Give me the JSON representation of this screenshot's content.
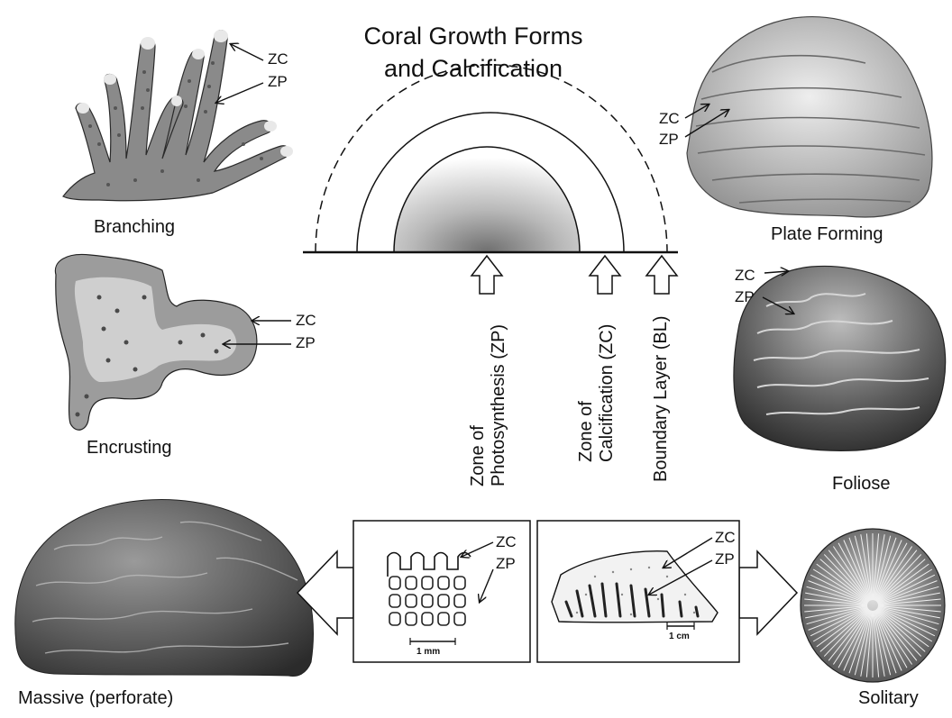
{
  "title": {
    "line1": "Coral Growth Forms",
    "line2": "and Calcification"
  },
  "zones": {
    "photosynthesis": {
      "line1": "Zone of",
      "line2": "Photosynthesis (ZP)"
    },
    "calcification": {
      "line1": "Zone of",
      "line2": "Calcification (ZC)"
    },
    "boundary": {
      "line1": "Boundary Layer (BL)"
    }
  },
  "growth_forms": {
    "branching": "Branching",
    "plate_forming": "Plate Forming",
    "encrusting": "Encrusting",
    "foliose": "Foliose",
    "massive": "Massive (perforate)",
    "solitary": "Solitary"
  },
  "abbreviations": {
    "zc": "ZC",
    "zp": "ZP"
  },
  "scale_bars": {
    "left_inset": "1 mm",
    "right_inset": "1 cm"
  },
  "colors": {
    "ink": "#111111",
    "coral_light": "#d9d9d9",
    "coral_mid": "#9a9a9a",
    "coral_dark": "#4a4a4a"
  }
}
